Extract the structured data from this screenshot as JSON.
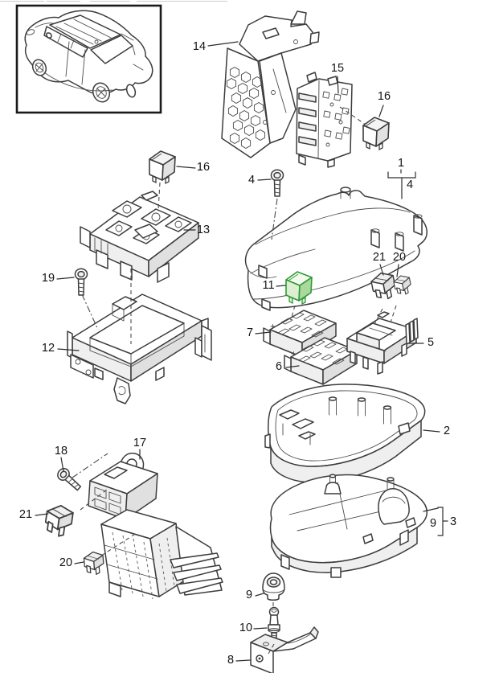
{
  "page": {
    "background": "#ffffff",
    "kind": "parts-exploded-diagram"
  },
  "colors": {
    "line": "#3c3c3c",
    "shade_light": "#efefef",
    "shade_mid": "#e0e0e0",
    "highlight_green": "#2f9b35",
    "highlight_green_fill": "#dcefd2"
  },
  "vehicle": {
    "thumbnail": "suv-top-rear-three-quarter-view"
  },
  "callouts": {
    "c14": {
      "label": "14"
    },
    "c15": {
      "label": "15"
    },
    "c16a": {
      "label": "16"
    },
    "c1": {
      "label": "1"
    },
    "c4a": {
      "label": "4"
    },
    "c4b": {
      "label": "4"
    },
    "c16b": {
      "label": "16"
    },
    "c13": {
      "label": "13"
    },
    "c21a": {
      "label": "21"
    },
    "c20a": {
      "label": "20"
    },
    "c11": {
      "label": "11"
    },
    "c19": {
      "label": "19"
    },
    "c7": {
      "label": "7"
    },
    "c6": {
      "label": "6"
    },
    "c5": {
      "label": "5"
    },
    "c12": {
      "label": "12"
    },
    "c2": {
      "label": "2"
    },
    "c9a": {
      "label": "9"
    },
    "c3": {
      "label": "3"
    },
    "c17": {
      "label": "17"
    },
    "c18": {
      "label": "18"
    },
    "c21b": {
      "label": "21"
    },
    "c20b": {
      "label": "20"
    },
    "c9b": {
      "label": "9"
    },
    "c10": {
      "label": "10"
    },
    "c8": {
      "label": "8"
    }
  }
}
